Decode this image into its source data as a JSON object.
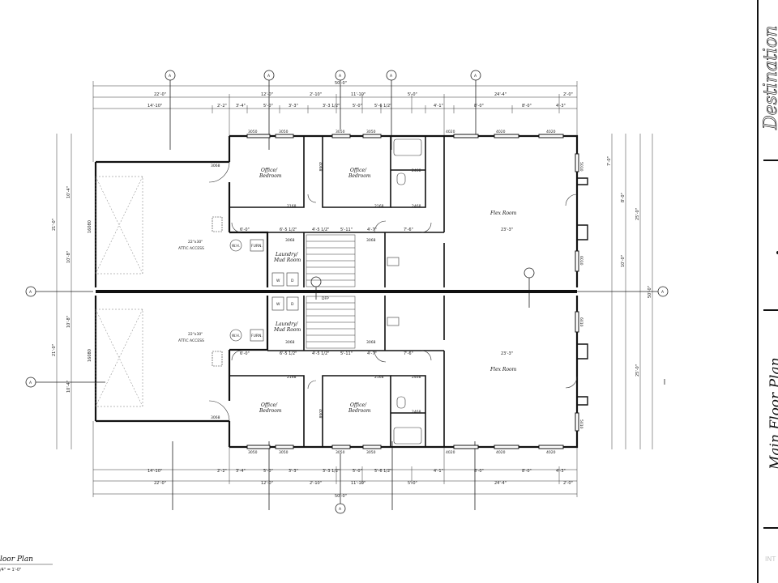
{
  "rooms": {
    "office": "Office/",
    "office2": "Bedroom",
    "laundry": "Laundry/",
    "laundry2": "Mud Room",
    "flex": "Flex Room",
    "attic": "22\"x30\"",
    "attic2": "ATTIC ACCESS",
    "wh": "W.H.",
    "furn": "FURN.",
    "washer": "W",
    "dryer": "D",
    "dfp": "DFP"
  },
  "dimensions": {
    "total_width": "50'-0\"",
    "total_depth": "50'-0\"",
    "left_22": "22'-0\"",
    "mid_12": "12'-0\"",
    "mid_2_10": "2'-10\"",
    "mid_11_10": "11'-10\"",
    "mid_5_0": "5'-0\"",
    "right_24_4": "24'-4\"",
    "right_2_0": "2'-0\"",
    "s_14_10": "14'-10\"",
    "s_2_2": "2'-2\"",
    "s_3_4": "3'-4\"",
    "s_5_0": "5'-0\"",
    "s_3_3": "3'-3\"",
    "s_3_3_half": "3'-3 1/2\"",
    "s_5_6_half": "5'-6 1/2\"",
    "s_4_1": "4'-1\"",
    "s_8_0": "8'-0\"",
    "s_4_3": "4'-3\"",
    "garage_door": "16080",
    "flex_width": "23'-3\"",
    "row_6_0": "6'-0\"",
    "row_6_5": "6'-5 1/2\"",
    "row_4_5": "4'-5 1/2\"",
    "row_5_11": "5'-11\"",
    "row_4_7": "4'-7\"",
    "row_7_6": "7'-6\"",
    "left_21_0": "21'-0\"",
    "left_10_4": "10'-4\"",
    "left_10_8": "10'-8\"",
    "right_25_0": "25'-0\"",
    "right_8_0": "8'-0\"",
    "right_10_0": "10'-0\"",
    "right_7_0": "7'-0\""
  },
  "windows": {
    "w3050": "3050",
    "w4020": "4020",
    "w3068": "3068",
    "w2468": "2468",
    "w2168": "2168",
    "w4068": "4068",
    "w5010": "5010",
    "w6010": "6010"
  },
  "grid_tags": {
    "top": "A",
    "side": "A",
    "left": "A",
    "bottom": "A"
  },
  "title_block": {
    "plan_title": "loor Plan",
    "scale": "/4\"  =  1'-0\"",
    "sheet_title": "Main Floor Plan",
    "brand": "Destination"
  },
  "watermark": "INT"
}
